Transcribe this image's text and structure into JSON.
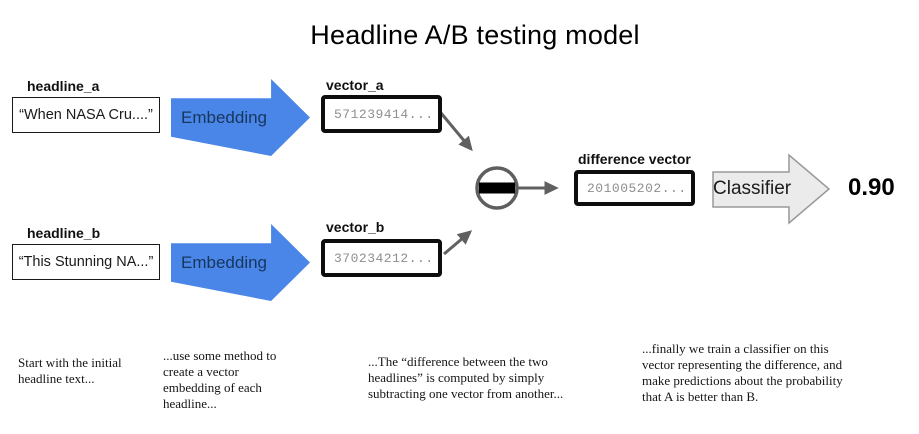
{
  "title": "Headline A/B testing model",
  "nodes": {
    "headline_a": {
      "label": "headline_a",
      "value": "“When NASA Cru....”"
    },
    "headline_b": {
      "label": "headline_b",
      "value": "“This Stunning NA...”"
    },
    "vector_a": {
      "label": "vector_a",
      "value": "571239414..."
    },
    "vector_b": {
      "label": "vector_b",
      "value": "370234212..."
    },
    "difference": {
      "label": "difference vector",
      "value": "201005202..."
    },
    "embedding_top": {
      "label": "Embedding"
    },
    "embedding_bottom": {
      "label": "Embedding"
    },
    "classifier": {
      "label": "Classifier"
    },
    "result": {
      "value": "0.90"
    },
    "operator": {
      "name": "minus"
    }
  },
  "annotations": {
    "step1": "Start with the initial headline text...",
    "step2": "...use some method to create a vector embedding of each headline...",
    "step3": "...The “difference between the two headlines” is computed by simply subtracting one vector from another...",
    "step4": "...finally we train a classifier on this vector representing the difference, and make predictions about the probability that A is better than B."
  },
  "colors": {
    "embedding_arrow_fill": "#4a86e8",
    "embedding_text": "#17365d",
    "classifier_arrow_fill": "#ebebeb",
    "classifier_arrow_stroke": "#999999",
    "connector_gray": "#606060",
    "vector_value_text": "#8f8f8f",
    "box_border": "#0d0d0d"
  }
}
